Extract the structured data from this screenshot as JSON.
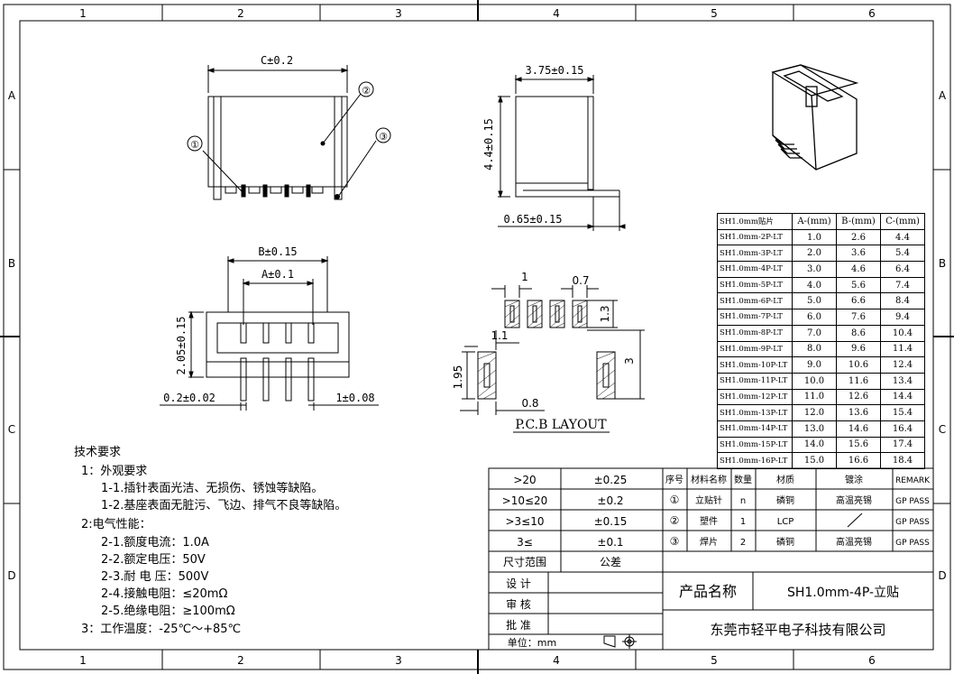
{
  "grid": {
    "cols": [
      "1",
      "2",
      "3",
      "4",
      "5",
      "6"
    ],
    "rows": [
      "A",
      "B",
      "C",
      "D"
    ]
  },
  "front_view": {
    "dim_c": "C±0.2",
    "callouts": [
      "①",
      "②",
      "③"
    ]
  },
  "side_view": {
    "dim_width": "3.75±0.15",
    "dim_height": "4.4±0.15",
    "dim_pin": "0.65±0.15"
  },
  "bottom_view": {
    "dim_b": "B±0.15",
    "dim_a": "A±0.1",
    "dim_h": "2.05±0.15",
    "dim_pin_w": "0.2±0.02",
    "dim_pitch": "1±0.08"
  },
  "pcb_layout": {
    "title": "P.C.B LAYOUT",
    "dims": [
      "1",
      "0.7",
      "1.3",
      "1.1",
      "1.95",
      "3",
      "0.8"
    ]
  },
  "spec_table": {
    "headers": [
      "SH1.0mm贴片",
      "A-(mm)",
      "B-(mm)",
      "C-(mm)"
    ],
    "rows": [
      [
        "SH1.0mm-2P-LT",
        "1.0",
        "2.6",
        "4.4"
      ],
      [
        "SH1.0mm-3P-LT",
        "2.0",
        "3.6",
        "5.4"
      ],
      [
        "SH1.0mm-4P-LT",
        "3.0",
        "4.6",
        "6.4"
      ],
      [
        "SH1.0mm-5P-LT",
        "4.0",
        "5.6",
        "7.4"
      ],
      [
        "SH1.0mm-6P-LT",
        "5.0",
        "6.6",
        "8.4"
      ],
      [
        "SH1.0mm-7P-LT",
        "6.0",
        "7.6",
        "9.4"
      ],
      [
        "SH1.0mm-8P-LT",
        "7.0",
        "8.6",
        "10.4"
      ],
      [
        "SH1.0mm-9P-LT",
        "8.0",
        "9.6",
        "11.4"
      ],
      [
        "SH1.0mm-10P-LT",
        "9.0",
        "10.6",
        "12.4"
      ],
      [
        "SH1.0mm-11P-LT",
        "10.0",
        "11.6",
        "13.4"
      ],
      [
        "SH1.0mm-12P-LT",
        "11.0",
        "12.6",
        "14.4"
      ],
      [
        "SH1.0mm-13P-LT",
        "12.0",
        "13.6",
        "15.4"
      ],
      [
        "SH1.0mm-14P-LT",
        "13.0",
        "14.6",
        "16.4"
      ],
      [
        "SH1.0mm-15P-LT",
        "14.0",
        "15.6",
        "17.4"
      ],
      [
        "SH1.0mm-16P-LT",
        "15.0",
        "16.6",
        "18.4"
      ]
    ]
  },
  "notes": {
    "title": "技术要求",
    "lines": [
      "1：外观要求",
      "1-1.插针表面光洁、无损伤、锈蚀等缺陷。",
      "1-2.基座表面无脏污、飞边、排气不良等缺陷。",
      "2:电气性能：",
      "2-1.额度电流：1.0A",
      "2-2.额定电压：50V",
      "2-3.耐 电 压：500V",
      "2-4.接触电阻：≤20mΩ",
      "2-5.绝缘电阻：≥100mΩ",
      "3：工作温度：-25℃～+85℃"
    ]
  },
  "tolerance": {
    "rows": [
      [
        ">20",
        "±0.25"
      ],
      [
        ">10≤20",
        "±0.2"
      ],
      [
        ">3≤10",
        "±0.15"
      ],
      [
        "3≤",
        "±0.1"
      ]
    ],
    "footer": [
      "尺寸范围",
      "公差"
    ]
  },
  "bom": {
    "headers": [
      "序号",
      "材料名称",
      "数量",
      "材质",
      "镀涂",
      "REMARK"
    ],
    "rows": [
      [
        "①",
        "立贴针",
        "n",
        "磷铜",
        "高温亮锡",
        "GP PASS"
      ],
      [
        "②",
        "塑件",
        "1",
        "LCP",
        "",
        "GP PASS"
      ],
      [
        "③",
        "焊片",
        "2",
        "磷铜",
        "高温亮锡",
        "GP PASS"
      ]
    ]
  },
  "title_block": {
    "design": "设 计",
    "review": "审 核",
    "approve": "批 准",
    "unit": "单位：mm",
    "product_label": "产品名称",
    "product_name": "SH1.0mm-4P-立贴",
    "company": "东莞市轻平电子科技有限公司"
  }
}
